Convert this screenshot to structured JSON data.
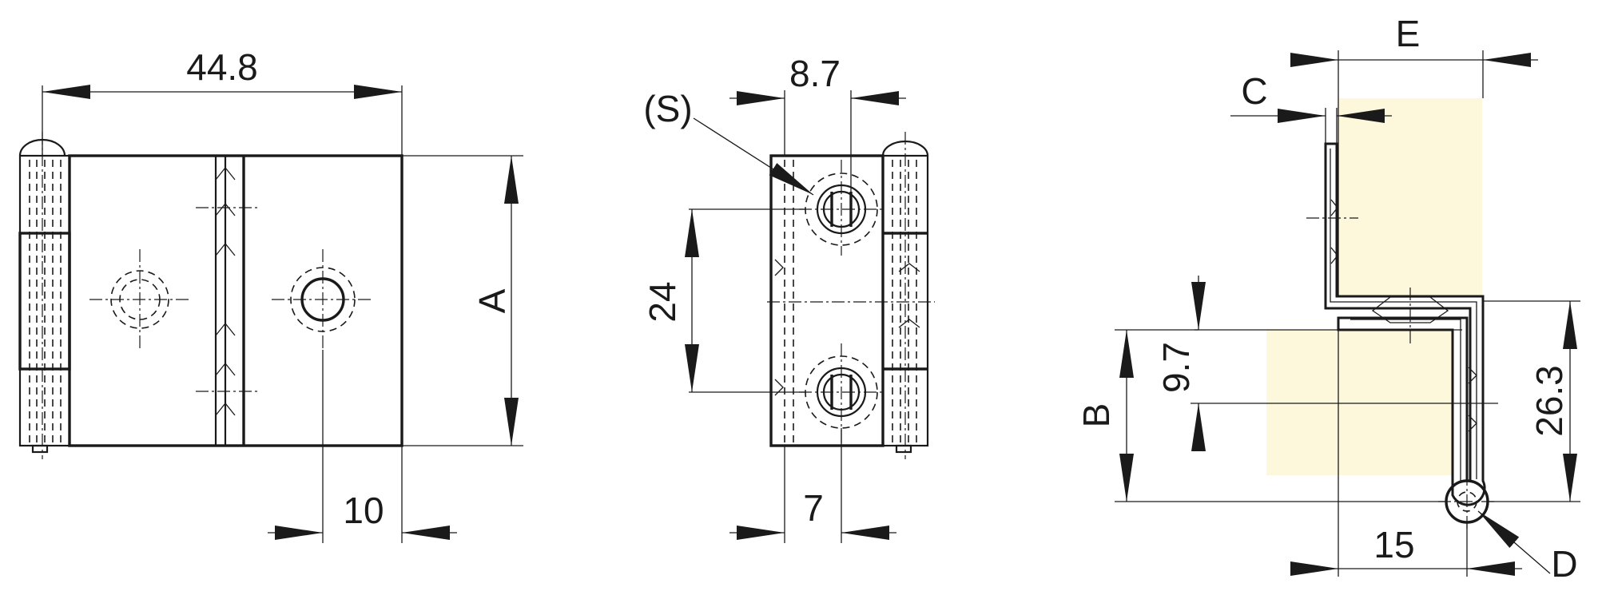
{
  "labels": {
    "front_width": "44.8",
    "front_hole_offset": "10",
    "front_height": "A",
    "side_thread": "(S)",
    "side_width": "8.7",
    "side_hole_spacing": "24",
    "side_hole_offset": "7",
    "end_width": "E",
    "end_thickness": "C",
    "end_leaf_height": "B",
    "end_offset": "9.7",
    "end_height": "26.3",
    "end_pin_offset": "15",
    "end_pin_dia": "D"
  },
  "colors": {
    "line": "#1a1a1a",
    "mounting_surface": "#fdf8dc",
    "background": "#ffffff"
  }
}
